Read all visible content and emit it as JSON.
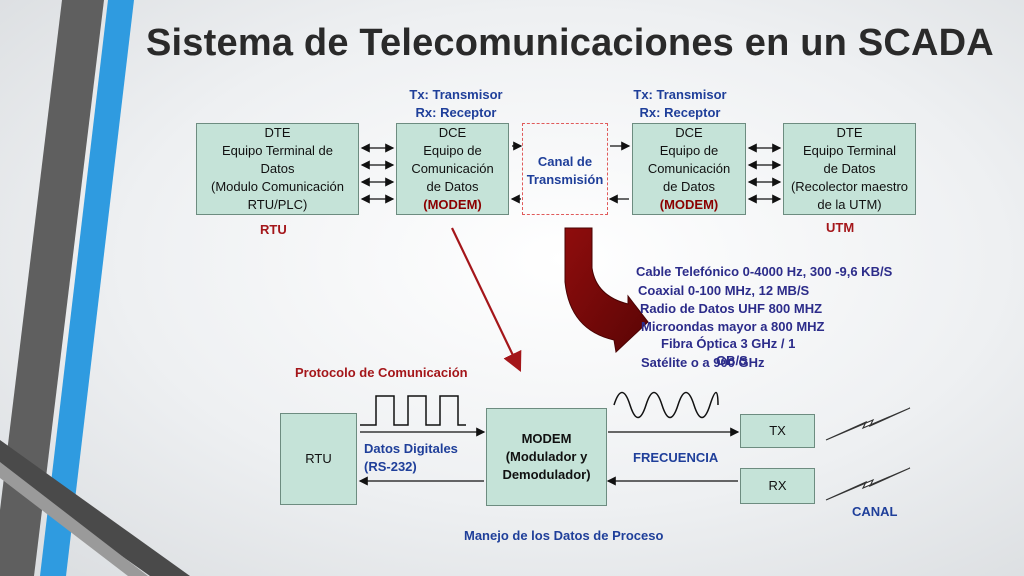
{
  "title": "Sistema de Telecomunicaciones en un SCADA",
  "top_labels": {
    "left_tx": "Tx: Transmisor",
    "left_rx": "Rx: Receptor",
    "right_tx": "Tx: Transmisor",
    "right_rx": "Rx: Receptor"
  },
  "dte_left": [
    "DTE",
    "Equipo Terminal de",
    "Datos",
    "(Modulo Comunicación",
    "RTU/PLC)"
  ],
  "dce_left": [
    "DCE",
    "Equipo de",
    "Comunicación",
    "de Datos",
    "(MODEM)"
  ],
  "channel": [
    "Canal de",
    "Transmisión"
  ],
  "dce_right": [
    "DCE",
    "Equipo de",
    "Comunicación",
    "de Datos",
    "(MODEM)"
  ],
  "dte_right": [
    "DTE",
    "Equipo Terminal",
    "de Datos",
    "(Recolector maestro",
    "de la UTM)"
  ],
  "rtu_tag": "RTU",
  "utm_tag": "UTM",
  "media": [
    "Cable Telefónico 0-4000 Hz, 300 -9,6 KB/S",
    "Coaxial 0-100 MHz, 12 MB/S",
    "Radio de Datos  UHF 800 MHZ",
    "Microondas  mayor a 800 MHZ",
    "Fibra Óptica 3 GHz / 1",
    "GB/S",
    "Satélite o a 900 GHz"
  ],
  "bottom": {
    "protocol": "Protocolo de Comunicación",
    "rtu": "RTU",
    "digital_data": [
      "Datos Digitales",
      "(RS-232)"
    ],
    "modem": [
      "MODEM",
      "(Modulador y",
      "Demodulador)"
    ],
    "frequency": "FRECUENCIA",
    "tx": "TX",
    "rx": "RX",
    "canal": "CANAL",
    "process": "Manejo de los Datos de Proceso"
  },
  "colors": {
    "box_fill": "#c5e3d8",
    "blue_text": "#1f3f9a",
    "red_text": "#a4161a",
    "arrow_dark_red": "#7a0a0a",
    "stripe_blue": "#2f9be0",
    "stripe_gray": "#6b6b6b"
  }
}
